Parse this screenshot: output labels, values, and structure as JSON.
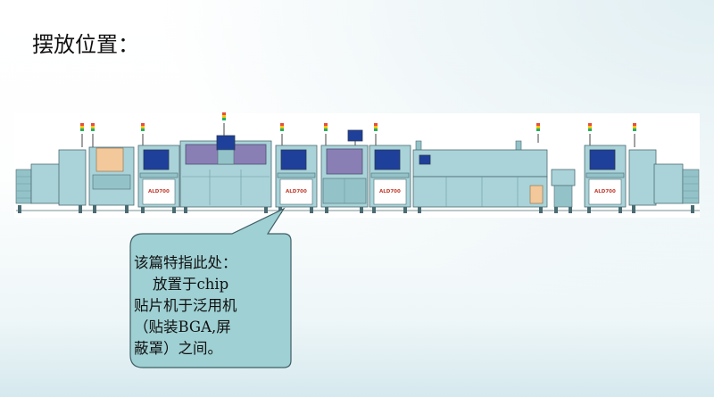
{
  "slide": {
    "title": "摆放位置："
  },
  "machines": {
    "label": "ALD700"
  },
  "callout": {
    "lines": [
      "该篇特指此处：",
      "    放置于chip",
      "贴片机于泛用机",
      "（贴装BGA,屏",
      "蔽罩）之间。"
    ]
  },
  "colors": {
    "machine_body": "#a9d3d8",
    "machine_outline": "#4b6b72",
    "purple_panel": "#8a7fb5",
    "orange_panel": "#f3c89a",
    "callout_fill": "#9fd0d3",
    "callout_border": "#3f5f66"
  }
}
